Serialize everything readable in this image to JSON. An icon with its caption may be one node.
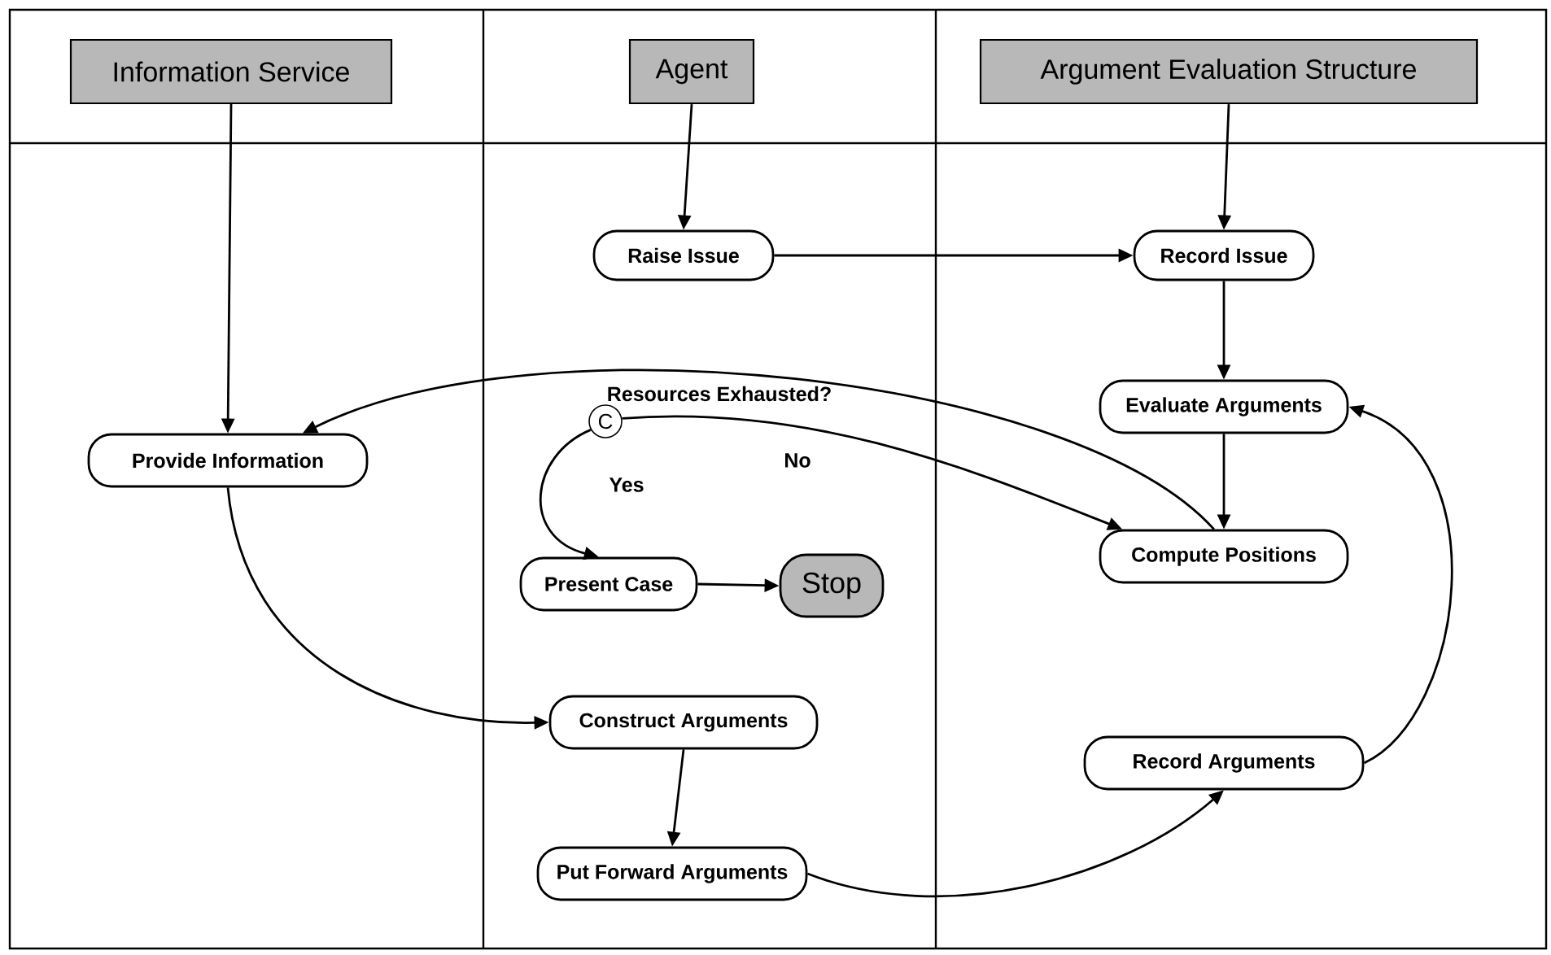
{
  "diagram": {
    "nodes": [
      {
        "text": [
          "Information Service"
        ]
      },
      {
        "text": [
          "Agent"
        ]
      },
      {
        "text": [
          "Argument Evaluation Structure"
        ]
      },
      {
        "text": [
          "Raise Issue"
        ]
      },
      {
        "text": [
          "Record Issue"
        ]
      },
      {
        "text": [
          "Provide Information"
        ]
      },
      {
        "text": [
          "Evaluate Arguments"
        ]
      },
      {
        "text": [
          "C"
        ],
        "beside": [
          "Resources Exhausted?"
        ]
      },
      {
        "text": [
          "Present Case"
        ]
      },
      {
        "text": [
          "Stop"
        ]
      },
      {
        "text": [
          "Compute Positions"
        ]
      },
      {
        "text": [
          "Construct Arguments"
        ]
      },
      {
        "text": [
          "Record Arguments"
        ]
      },
      {
        "text": [
          "Put Forward Arguments"
        ]
      }
    ],
    "edges": [
      {
        "from": 0,
        "to": 5,
        "arrow": "to"
      },
      {
        "from": 1,
        "to": 3,
        "arrow": "to"
      },
      {
        "from": 2,
        "to": 4,
        "arrow": "to"
      },
      {
        "from": 3,
        "to": 4,
        "arrow": "to"
      },
      {
        "from": 4,
        "to": 6,
        "arrow": "to"
      },
      {
        "from": 6,
        "to": 10,
        "arrow": "to"
      },
      {
        "from": 10,
        "to": 5,
        "arrow": "to"
      },
      {
        "from": 7,
        "to": 8,
        "arrow": "to",
        "label": "Yes"
      },
      {
        "from": 7,
        "to": 10,
        "arrow": "to",
        "label": "No"
      },
      {
        "from": 8,
        "to": 9,
        "arrow": "to"
      },
      {
        "from": 5,
        "to": 11,
        "arrow": "to"
      },
      {
        "from": 11,
        "to": 13,
        "arrow": "to"
      },
      {
        "from": 13,
        "to": 12,
        "arrow": "to"
      },
      {
        "from": 12,
        "to": 6,
        "arrow": "to"
      }
    ]
  }
}
